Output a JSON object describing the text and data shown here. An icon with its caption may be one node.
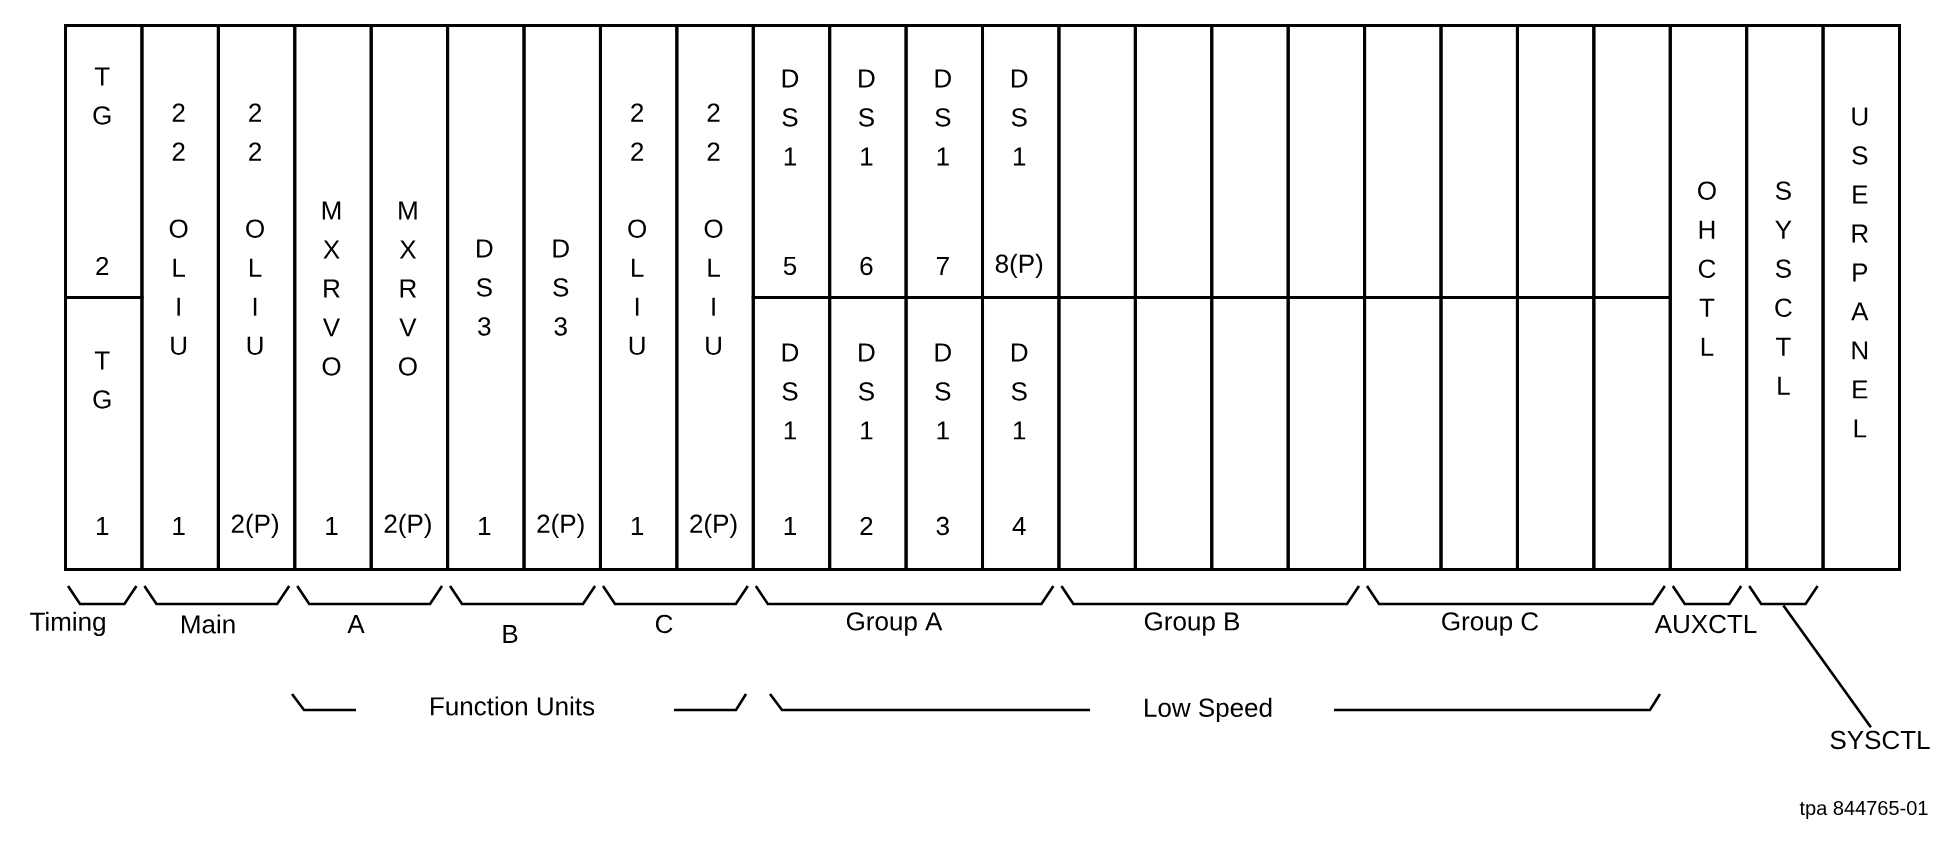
{
  "diagram": {
    "nodes": [
      {
        "text": [
          "TG",
          "2"
        ]
      },
      {
        "text": [
          "TG",
          "1"
        ]
      },
      {
        "text": [
          "22",
          "OLIU",
          "1"
        ]
      },
      {
        "text": [
          "22",
          "OLIU",
          "2(P)"
        ]
      },
      {
        "text": [
          "MXRVO",
          "1"
        ]
      },
      {
        "text": [
          "MXRVO",
          "2(P)"
        ]
      },
      {
        "text": [
          "DS3",
          "1"
        ]
      },
      {
        "text": [
          "DS3",
          "2(P)"
        ]
      },
      {
        "text": [
          "22",
          "OLIU",
          "1"
        ]
      },
      {
        "text": [
          "22",
          "OLIU",
          "2(P)"
        ]
      },
      {
        "text": [
          "DS1",
          "5"
        ]
      },
      {
        "text": [
          "DS1",
          "1"
        ]
      },
      {
        "text": [
          "DS1",
          "6"
        ]
      },
      {
        "text": [
          "DS1",
          "2"
        ]
      },
      {
        "text": [
          "DS1",
          "7"
        ]
      },
      {
        "text": [
          "DS1",
          "3"
        ]
      },
      {
        "text": [
          "DS1",
          "8(P)"
        ]
      },
      {
        "text": [
          "DS1",
          "4"
        ]
      },
      {
        "text": [],
        "shape": "box"
      },
      {
        "text": [],
        "shape": "box"
      },
      {
        "text": [],
        "shape": "box"
      },
      {
        "text": [],
        "shape": "box"
      },
      {
        "text": [],
        "shape": "box"
      },
      {
        "text": [],
        "shape": "box"
      },
      {
        "text": [],
        "shape": "box"
      },
      {
        "text": [],
        "shape": "box"
      },
      {
        "text": [],
        "shape": "box"
      },
      {
        "text": [],
        "shape": "box"
      },
      {
        "text": [],
        "shape": "box"
      },
      {
        "text": [],
        "shape": "box"
      },
      {
        "text": [],
        "shape": "box"
      },
      {
        "text": [],
        "shape": "box"
      },
      {
        "text": [],
        "shape": "box"
      },
      {
        "text": [],
        "shape": "box"
      },
      {
        "text": [
          "OHCTL"
        ]
      },
      {
        "text": [
          "SYSCTL"
        ]
      },
      {
        "text": [
          "USER PANEL"
        ]
      },
      {
        "text": [
          "SYSCTL"
        ]
      },
      {
        "text": [],
        "shape": "bracket"
      }
    ],
    "edges": [
      {
        "from": 37,
        "to": 38,
        "arrow": "none"
      }
    ],
    "labels": [
      "Timing",
      "Main",
      "A",
      "B",
      "C",
      "Group A",
      "Group B",
      "Group C",
      "AUXCTL",
      "Function Units",
      "Low Speed",
      "tpa 844765-01"
    ]
  }
}
